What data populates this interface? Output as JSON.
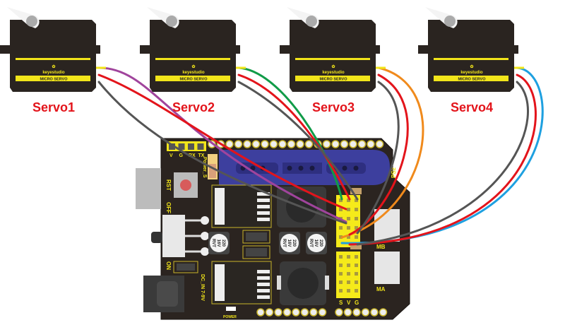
{
  "servos": [
    {
      "label": "Servo1",
      "brand": "keyestudio",
      "model": "MICRO SERVO",
      "signal_color": "#a0449c"
    },
    {
      "label": "Servo2",
      "brand": "keyestudio",
      "model": "MICRO SERVO",
      "signal_color": "#109b48"
    },
    {
      "label": "Servo3",
      "brand": "keyestudio",
      "model": "MICRO SERVO",
      "signal_color": "#f08a1c"
    },
    {
      "label": "Servo4",
      "brand": "keyestudio",
      "model": "MICRO SERVO",
      "signal_color": "#1ea0e0"
    }
  ],
  "wire_colors": {
    "power": "#e3141b",
    "ground": "#555555"
  },
  "board": {
    "header_labels": [
      "V",
      "G",
      "RX",
      "TX"
    ],
    "power_s": "Power_S",
    "rst": "RST",
    "off": "OFF",
    "on": "ON",
    "dc_in": "DC_IN 7-9V",
    "power_led": "POWER",
    "ps2": "PS2",
    "mb": "MB",
    "ma": "MA",
    "svg_labels": [
      "S",
      "V",
      "G"
    ],
    "caps": [
      {
        "lines": [
          "220",
          "16V",
          "RVT"
        ]
      },
      {
        "lines": [
          "220",
          "16V",
          "RVT"
        ]
      },
      {
        "lines": [
          "220",
          "16V",
          "RVT"
        ]
      }
    ]
  }
}
